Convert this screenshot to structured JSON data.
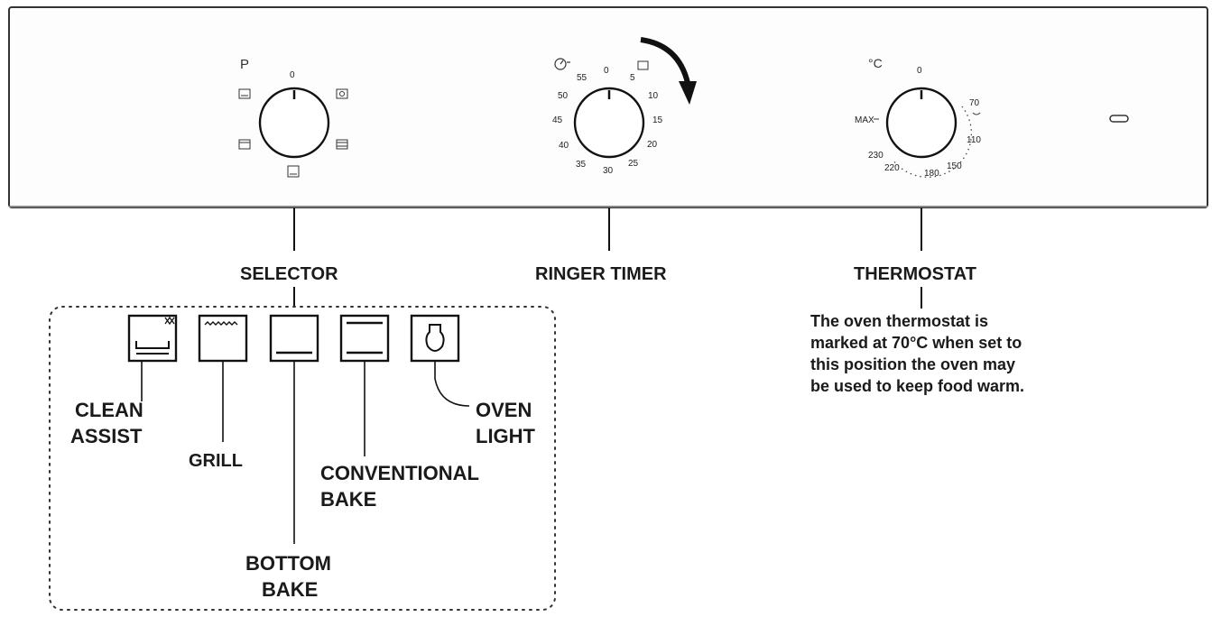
{
  "panel": {
    "selector_knob": {
      "mark_top": "0",
      "symbol": "P"
    },
    "timer_knob": {
      "ticks": [
        "0",
        "5",
        "10",
        "15",
        "20",
        "25",
        "30",
        "35",
        "40",
        "45",
        "50",
        "55"
      ]
    },
    "thermostat_knob": {
      "unit": "°C",
      "mark_top": "0",
      "max": "MAX",
      "ticks": [
        "70",
        "110",
        "150",
        "180",
        "220",
        "230"
      ]
    }
  },
  "labels": {
    "selector": "SELECTOR",
    "ringer_timer": "RINGER TIMER",
    "thermostat": "THERMOSTAT"
  },
  "modes": {
    "clean_assist": [
      "CLEAN",
      "ASSIST"
    ],
    "grill": "GRILL",
    "bottom_bake": [
      "BOTTOM",
      "BAKE"
    ],
    "conventional_bake": [
      "CONVENTIONAL",
      "BAKE"
    ],
    "oven_light": [
      "OVEN",
      "LIGHT"
    ]
  },
  "thermostat_note": "The oven thermostat is marked at 70°C when set to this position the oven may be used to keep food warm."
}
